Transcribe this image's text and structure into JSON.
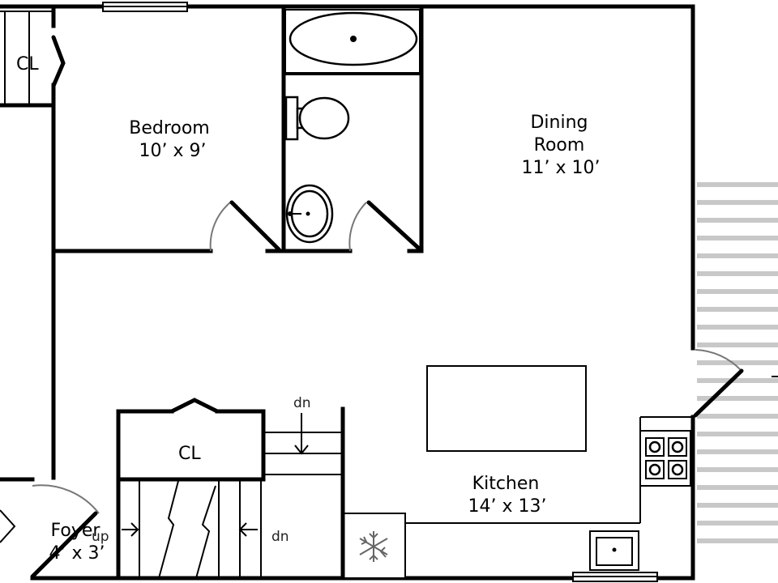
{
  "rooms": {
    "bedroom": {
      "name": "Bedroom",
      "size": "10’ x 9’"
    },
    "dining": {
      "name_line1": "Dining",
      "name_line2": "Room",
      "size": "11’ x 10’"
    },
    "kitchen": {
      "name": "Kitchen",
      "size": "14’ x 13’"
    },
    "foyer": {
      "name": "Foyer",
      "size": "4’ x 3’"
    }
  },
  "closets": {
    "top_left": "CL",
    "stair": "CL"
  },
  "stairs": {
    "dn_top": "dn",
    "dn_bottom": "dn",
    "up": "up"
  },
  "icons": [
    "snowflake-icon",
    "stove-burner-icon",
    "sink-icon",
    "toilet-icon",
    "bathtub-icon"
  ]
}
